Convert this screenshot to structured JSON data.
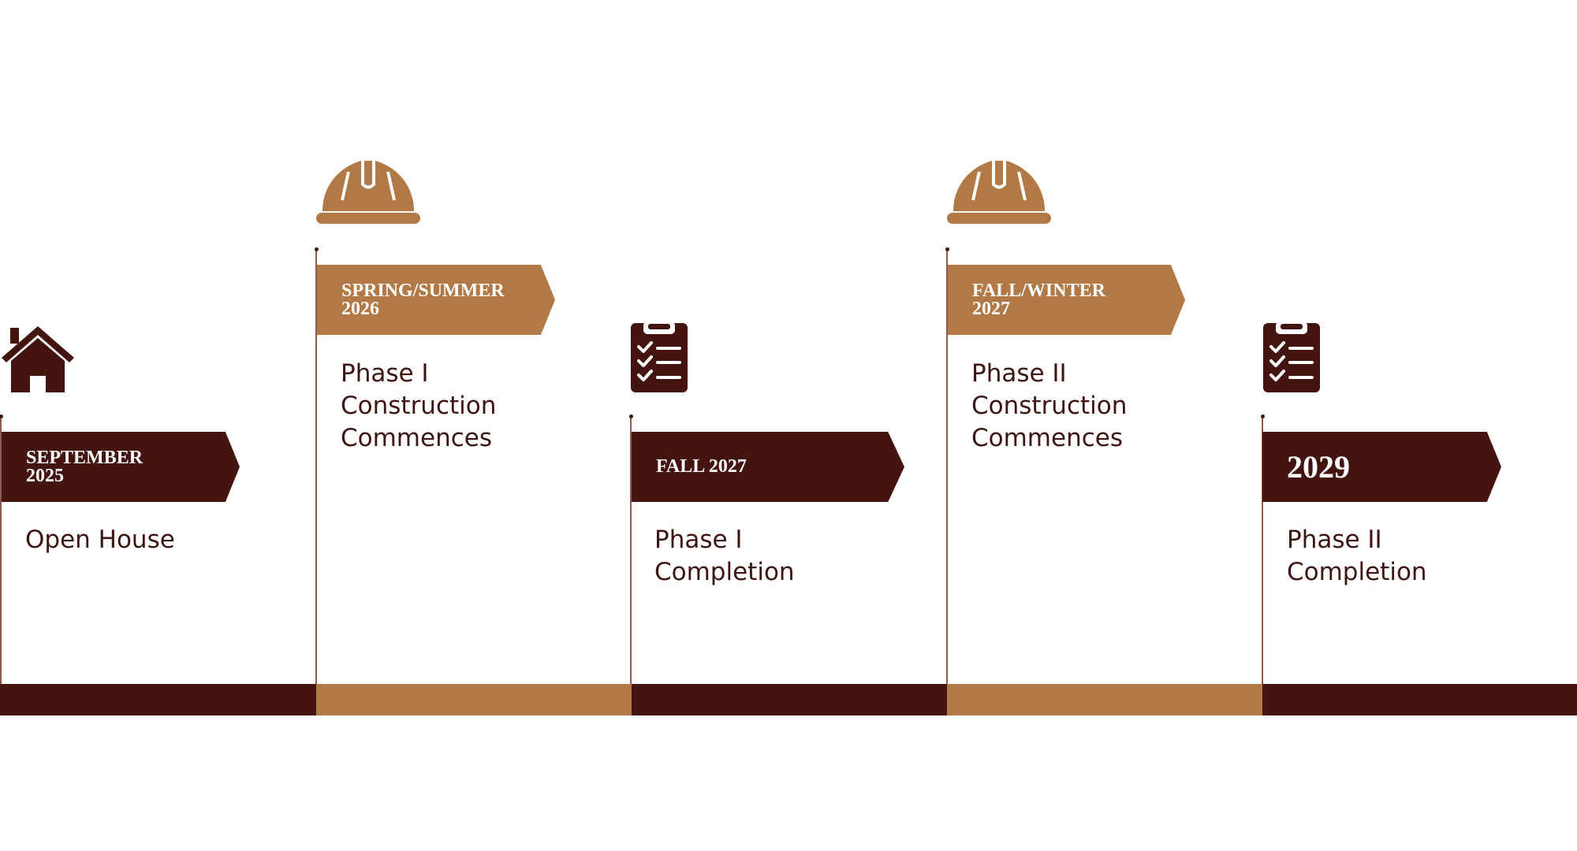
{
  "colors": {
    "dark": "#431410",
    "tan": "#b07946",
    "text": "#3d1410",
    "pole": "#8a5a4f"
  },
  "milestones": [
    {
      "date": "SEPTEMBER\n2025",
      "description": "Open House",
      "icon": "house-icon",
      "color": "dark"
    },
    {
      "date": "SPRING/SUMMER\n2026",
      "description": "Phase I\nConstruction\nCommences",
      "icon": "hard-hat-icon",
      "color": "tan"
    },
    {
      "date": "FALL 2027",
      "description": "Phase I\nCompletion",
      "icon": "clipboard-checklist-icon",
      "color": "dark"
    },
    {
      "date": "FALL/WINTER\n2027",
      "description": "Phase II\nConstruction\nCommences",
      "icon": "hard-hat-icon",
      "color": "tan"
    },
    {
      "date": "2029",
      "description": "Phase II\nCompletion",
      "icon": "clipboard-checklist-icon",
      "color": "dark"
    }
  ]
}
